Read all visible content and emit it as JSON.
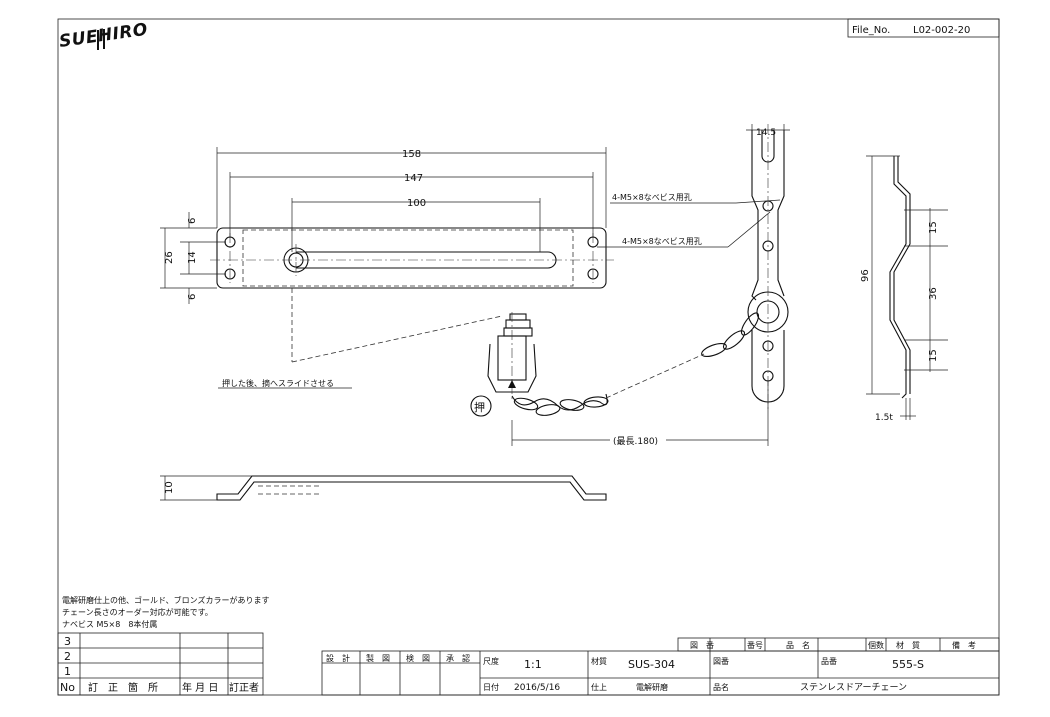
{
  "brand": {
    "logo": "SUEHIRO"
  },
  "file_box": {
    "label": "File_No.",
    "value": "L02-002-20"
  },
  "dimensions": {
    "d158": "158",
    "d147": "147",
    "d100": "100",
    "d26": "26",
    "d14": "14",
    "d6a": "6",
    "d6b": "6",
    "d145": "14.5",
    "d96": "96",
    "d15a": "15",
    "d36": "36",
    "d15b": "15",
    "d15t": "1.5t",
    "d10": "10",
    "max_len": "(最長.180)"
  },
  "callouts": {
    "screw_hole_1": "4-M5×8なべビス用孔",
    "screw_hole_2": "4-M5×8なべビス用孔",
    "slide_note": "押した後、摘へスライドさせる",
    "push_mark": "押"
  },
  "notes": [
    "電解研磨仕上の他、ゴールド、ブロンズカラーがあります",
    "チェーン長さのオーダー対応が可能です。",
    "ナベビス M5×8　8本付属"
  ],
  "revision": {
    "rows": [
      "3",
      "2",
      "1"
    ],
    "headers": [
      "No",
      "訂　正　箇　所",
      "年 月 日",
      "訂正者"
    ]
  },
  "title_block": {
    "approvals": [
      "設　計",
      "製　図",
      "検　図",
      "承　認"
    ],
    "scale_label": "尺度",
    "scale": "1:1",
    "material_label": "材質",
    "material": "SUS-304",
    "date_label": "日付",
    "date": "2016/5/16",
    "finish_label": "仕上",
    "finish": "電解研磨",
    "drawing_no_label": "図番",
    "drawing_no": "",
    "product_no_label": "品番",
    "product_no": "555-S",
    "product_name_label": "品名",
    "product_name": "ステンレスドアーチェーン",
    "parts_headers": [
      "図　番",
      "番号",
      "品　名",
      "個数",
      "材　質",
      "備　考"
    ]
  }
}
